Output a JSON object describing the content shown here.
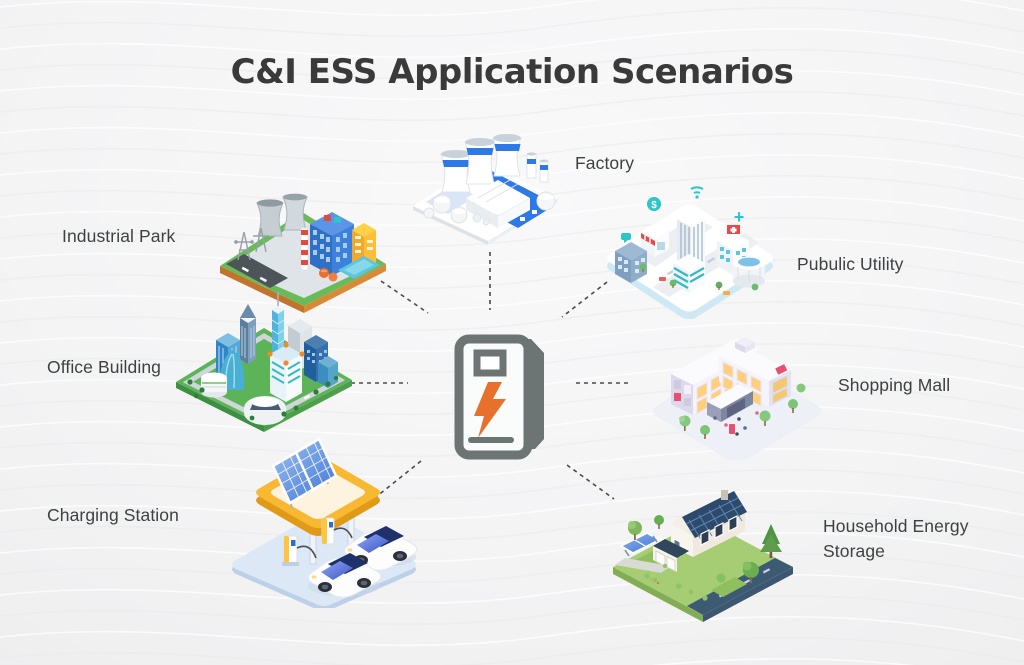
{
  "title": "C&I ESS Application Scenarios",
  "scenarios": {
    "industrial_park": {
      "label": "Industrial Park"
    },
    "factory": {
      "label": "Factory"
    },
    "public_utility": {
      "label": "Pubulic Utility"
    },
    "office_building": {
      "label": "Office Building"
    },
    "shopping_mall": {
      "label": "Shopping Mall"
    },
    "charging_station": {
      "label": "Charging Station"
    },
    "household_energy_storage": {
      "label": "Household Energy Storage"
    }
  },
  "utility_badges": {
    "dollar": "$",
    "plus": "+"
  },
  "center": {
    "icon": "battery-lightning-icon"
  },
  "colors": {
    "accent_orange": "#E7712C",
    "battery_gray": "#6D7474",
    "primary_blue": "#2E78E8",
    "teal": "#2CC6C9",
    "canopy_yellow": "#F9B832",
    "title_color": "#3A3A3A",
    "label_color": "#3E4144"
  }
}
